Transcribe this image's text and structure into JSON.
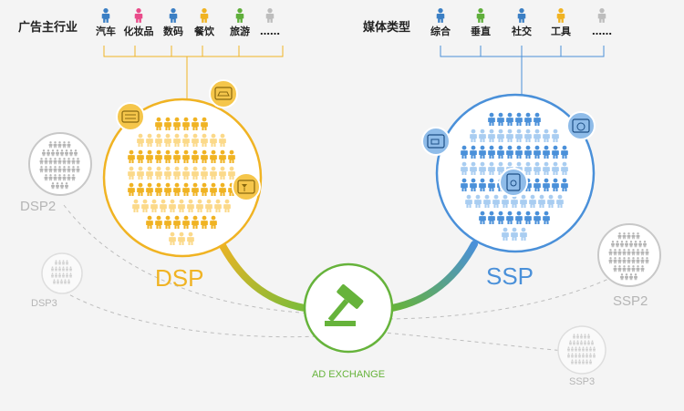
{
  "industry": {
    "heading": "广告主行业",
    "items": [
      {
        "label": "汽车",
        "icon": "person-blue-icon",
        "color": "#3b7fc4"
      },
      {
        "label": "化妆品",
        "icon": "person-pink-icon",
        "color": "#e94b8a"
      },
      {
        "label": "数码",
        "icon": "person-blue-icon",
        "color": "#3b7fc4"
      },
      {
        "label": "餐饮",
        "icon": "person-yellow-icon",
        "color": "#f0b323"
      },
      {
        "label": "旅游",
        "icon": "person-green-icon",
        "color": "#5fae3b"
      },
      {
        "label": "……",
        "icon": "person-gray-icon",
        "color": "#bdbdbd"
      }
    ]
  },
  "media": {
    "heading": "媒体类型",
    "items": [
      {
        "label": "综合",
        "icon": "person-blue-icon",
        "color": "#3b7fc4"
      },
      {
        "label": "垂直",
        "icon": "person-green-icon",
        "color": "#5fae3b"
      },
      {
        "label": "社交",
        "icon": "person-blue-icon",
        "color": "#3b7fc4"
      },
      {
        "label": "工具",
        "icon": "person-yellow-icon",
        "color": "#f0b323"
      },
      {
        "label": "……",
        "icon": "person-gray-icon",
        "color": "#bdbdbd"
      }
    ]
  },
  "dsp": {
    "label": "DSP",
    "color": "#f0b323",
    "tint": "#fbd98a"
  },
  "ssp": {
    "label": "SSP",
    "color": "#4a90d9",
    "tint": "#a9cdf1"
  },
  "exchange": {
    "label": "AD EXCHANGE",
    "color": "#66b33b"
  },
  "secondary": {
    "dsp2": "DSP2",
    "dsp3": "DSP3",
    "ssp2": "SSP2",
    "ssp3": "SSP3",
    "color": "#b5b5b5"
  }
}
